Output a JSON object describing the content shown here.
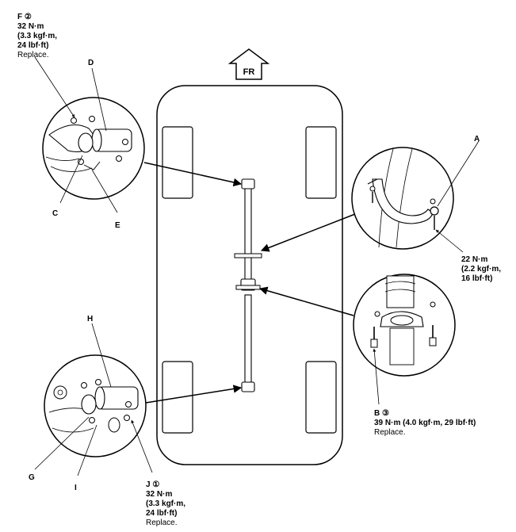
{
  "direction_arrow": "FR",
  "parts": {
    "A": "A",
    "B": "B",
    "C": "C",
    "D": "D",
    "E": "E",
    "F": "F",
    "G": "G",
    "H": "H",
    "I": "I",
    "J": "J"
  },
  "torque_f": {
    "ref": "②",
    "value": "32 N·m",
    "kgf": "(3.3 kgf·m,",
    "lbf": "24 lbf·ft)",
    "note": "Replace."
  },
  "torque_a": {
    "value": "22 N·m",
    "kgf": "(2.2 kgf·m,",
    "lbf": "16 lbf·ft)"
  },
  "torque_b": {
    "ref": "③",
    "value": "39 N·m (4.0 kgf·m, 29 lbf·ft)",
    "note": "Replace."
  },
  "torque_j": {
    "ref": "①",
    "value": "32 N·m",
    "kgf": "(3.3 kgf·m,",
    "lbf": "24 lbf·ft)",
    "note": "Replace."
  }
}
